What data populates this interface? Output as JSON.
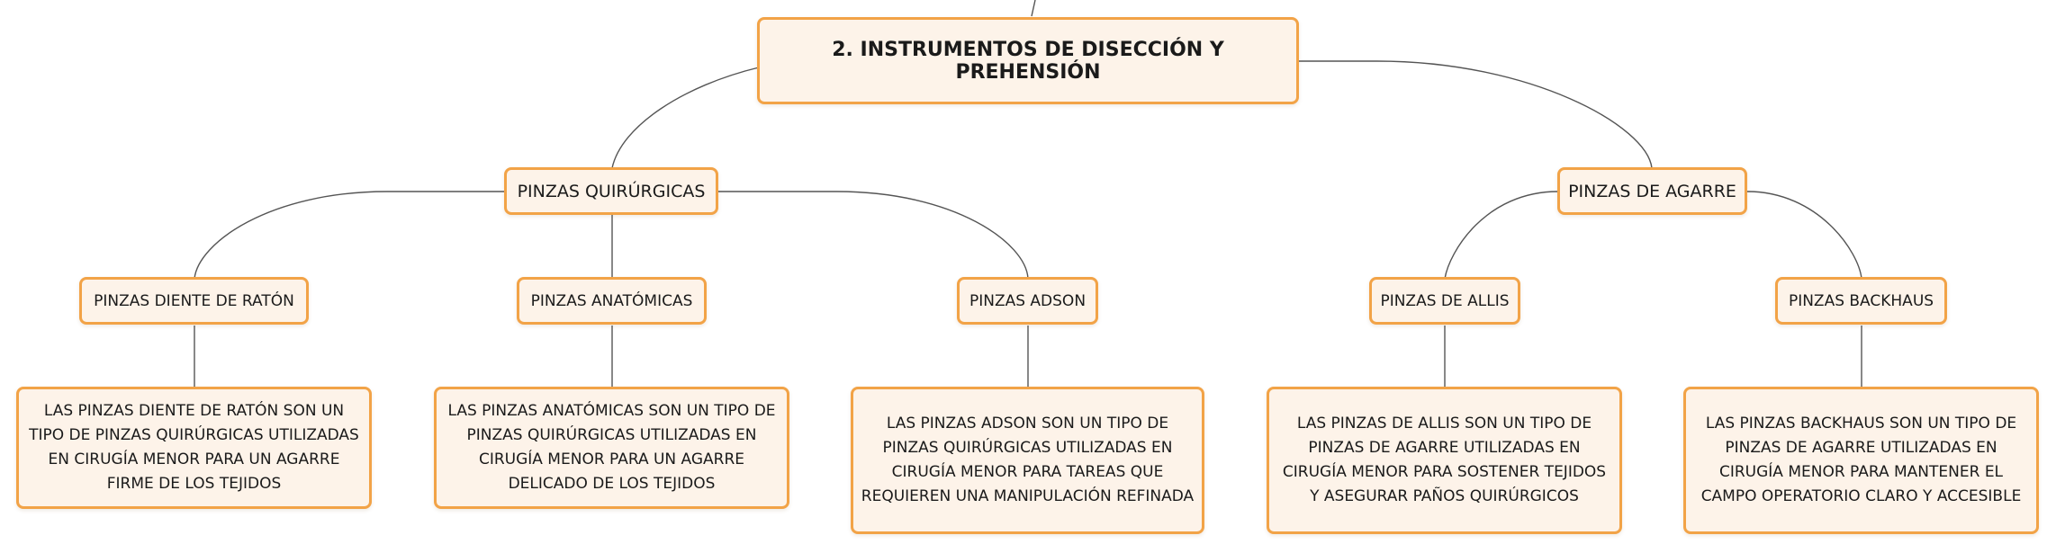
{
  "diagram": {
    "root": {
      "label": "2. INSTRUMENTOS DE DISECCIÓN Y PREHENSIÓN"
    },
    "branches": [
      {
        "label": "PINZAS QUIRÚRGICAS",
        "children": [
          {
            "label": "PINZAS DIENTE DE RATÓN",
            "description": "LAS PINZAS DIENTE DE RATÓN SON UN TIPO DE PINZAS QUIRÚRGICAS UTILIZADAS EN CIRUGÍA MENOR PARA UN AGARRE FIRME DE LOS TEJIDOS"
          },
          {
            "label": "PINZAS ANATÓMICAS",
            "description": "LAS PINZAS ANATÓMICAS SON UN TIPO DE PINZAS QUIRÚRGICAS UTILIZADAS EN CIRUGÍA MENOR PARA UN AGARRE DELICADO DE LOS TEJIDOS"
          },
          {
            "label": "PINZAS ADSON",
            "description": "LAS PINZAS ADSON SON UN TIPO DE PINZAS QUIRÚRGICAS UTILIZADAS EN CIRUGÍA MENOR PARA TAREAS QUE REQUIEREN UNA MANIPULACIÓN REFINADA"
          }
        ]
      },
      {
        "label": "PINZAS DE AGARRE",
        "children": [
          {
            "label": "PINZAS DE ALLIS",
            "description": "LAS PINZAS DE ALLIS SON UN TIPO DE PINZAS DE AGARRE UTILIZADAS EN CIRUGÍA MENOR PARA SOSTENER TEJIDOS Y ASEGURAR PAÑOS QUIRÚRGICOS"
          },
          {
            "label": "PINZAS BACKHAUS",
            "description": "LAS PINZAS BACKHAUS SON UN TIPO DE PINZAS DE AGARRE UTILIZADAS EN CIRUGÍA MENOR PARA MANTENER EL CAMPO OPERATORIO CLARO Y ACCESIBLE"
          }
        ]
      }
    ]
  },
  "colors": {
    "node_border": "#f2a347",
    "node_fill": "#fdf3e9",
    "connector": "#555555",
    "text": "#1a1a1a"
  }
}
